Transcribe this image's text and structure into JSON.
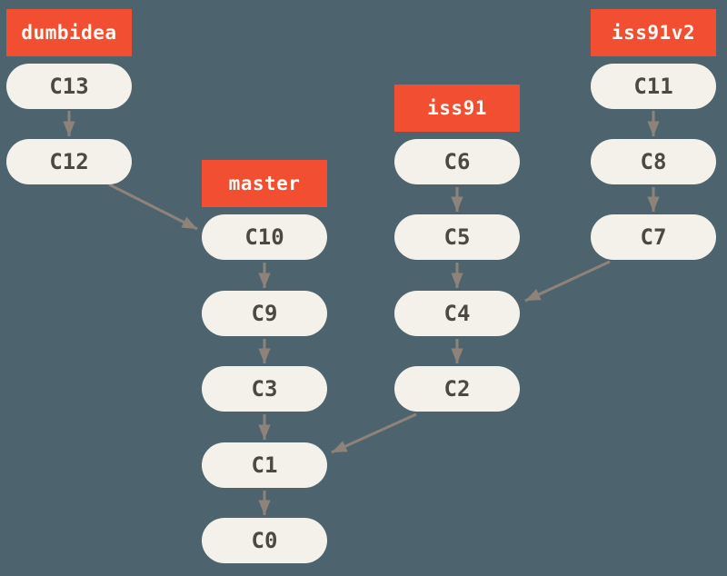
{
  "diagram": {
    "type": "git-commit-graph",
    "colors": {
      "bg": "#4d646e",
      "branch_bg": "#f14e32",
      "branch_text": "#fffdf8",
      "commit_bg": "#f4f1ea",
      "commit_text": "#4c4942",
      "arrow": "#8e837a"
    },
    "branches": [
      {
        "name": "dumbidea",
        "points_to": "C13"
      },
      {
        "name": "master",
        "points_to": "C10"
      },
      {
        "name": "iss91",
        "points_to": "C6"
      },
      {
        "name": "iss91v2",
        "points_to": "C11"
      }
    ],
    "commits": [
      {
        "id": "C13"
      },
      {
        "id": "C12"
      },
      {
        "id": "C10"
      },
      {
        "id": "C9"
      },
      {
        "id": "C3"
      },
      {
        "id": "C1"
      },
      {
        "id": "C0"
      },
      {
        "id": "C6"
      },
      {
        "id": "C5"
      },
      {
        "id": "C4"
      },
      {
        "id": "C2"
      },
      {
        "id": "C11"
      },
      {
        "id": "C8"
      },
      {
        "id": "C7"
      }
    ],
    "edges": [
      {
        "from": "C13",
        "to": "C12"
      },
      {
        "from": "C12",
        "to": "C10"
      },
      {
        "from": "C10",
        "to": "C9"
      },
      {
        "from": "C9",
        "to": "C3"
      },
      {
        "from": "C3",
        "to": "C1"
      },
      {
        "from": "C1",
        "to": "C0"
      },
      {
        "from": "C6",
        "to": "C5"
      },
      {
        "from": "C5",
        "to": "C4"
      },
      {
        "from": "C4",
        "to": "C2"
      },
      {
        "from": "C2",
        "to": "C1"
      },
      {
        "from": "C11",
        "to": "C8"
      },
      {
        "from": "C8",
        "to": "C7"
      },
      {
        "from": "C7",
        "to": "C4"
      }
    ]
  }
}
